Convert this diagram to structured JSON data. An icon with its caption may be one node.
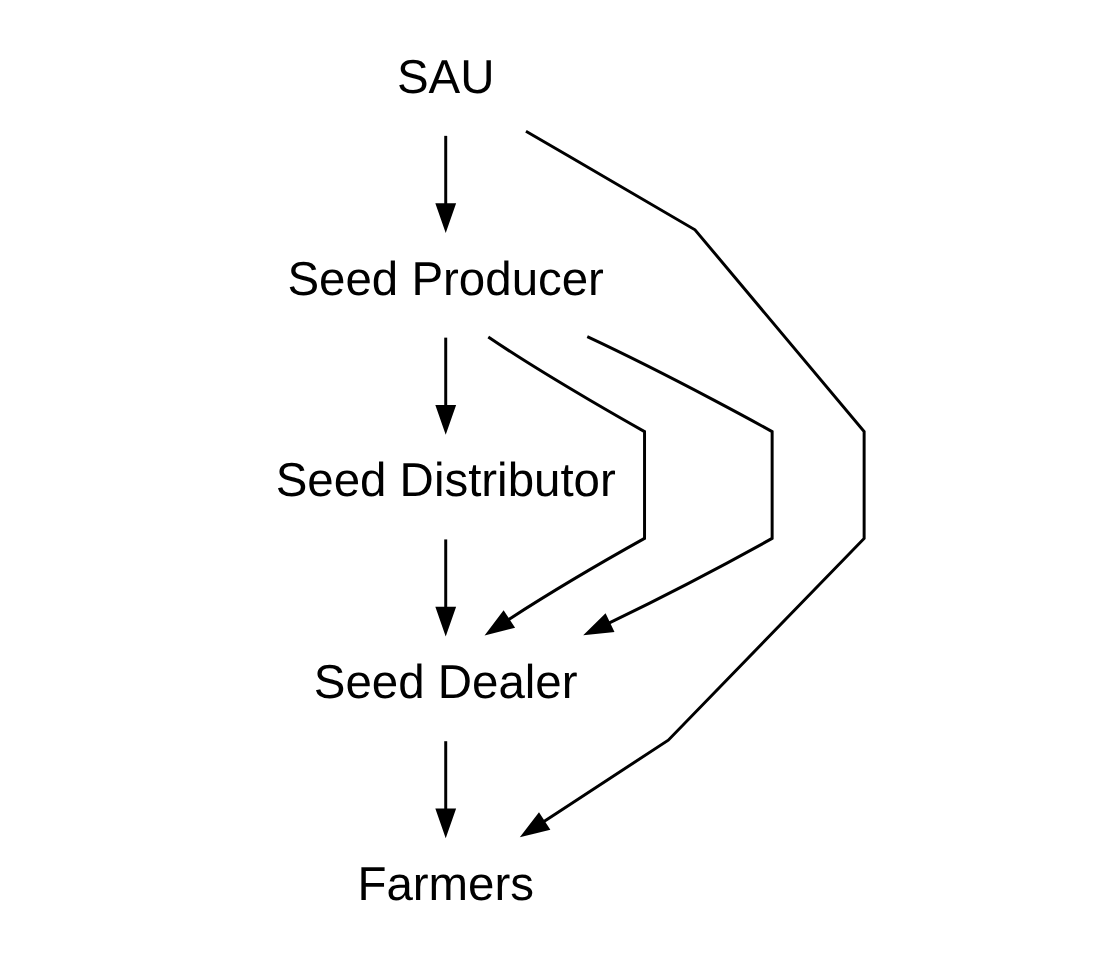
{
  "diagram": {
    "nodes": [
      {
        "text": [
          "SAU"
        ]
      },
      {
        "text": [
          "Seed Producer"
        ]
      },
      {
        "text": [
          "Seed Distributor"
        ]
      },
      {
        "text": [
          "Seed Dealer"
        ]
      },
      {
        "text": [
          "Farmers"
        ]
      }
    ],
    "edges": [
      {
        "from": 0,
        "to": 1,
        "arrow": "to"
      },
      {
        "from": 1,
        "to": 2,
        "arrow": "to"
      },
      {
        "from": 2,
        "to": 3,
        "arrow": "to"
      },
      {
        "from": 3,
        "to": 4,
        "arrow": "to"
      },
      {
        "from": 1,
        "to": 3,
        "arrow": "to"
      },
      {
        "from": 1,
        "to": 3,
        "arrow": "to"
      },
      {
        "from": 0,
        "to": 4,
        "arrow": "to"
      }
    ]
  }
}
